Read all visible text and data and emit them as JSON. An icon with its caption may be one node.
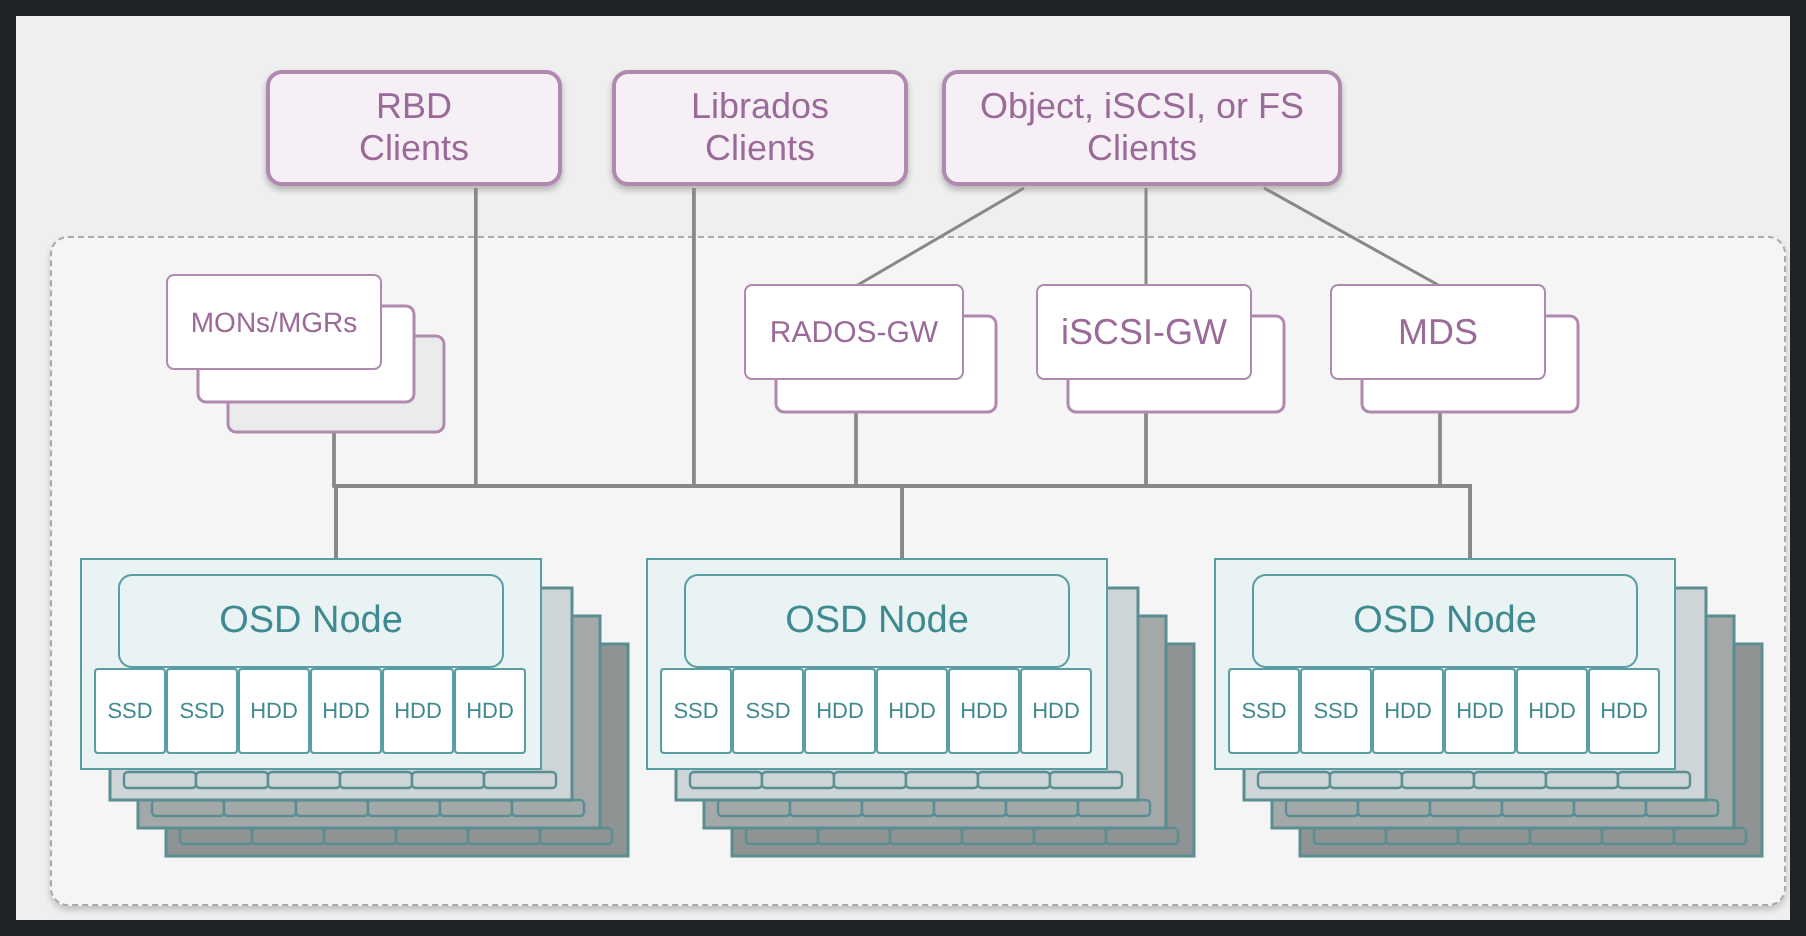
{
  "diagram": {
    "nodes": [
      {
        "text": [
          "RBD Clients"
        ]
      },
      {
        "text": [
          "Librados Clients"
        ]
      },
      {
        "text": [
          "Object, iSCSI, or FS Clients"
        ]
      },
      {
        "text": [],
        "shape": "box"
      },
      {
        "text": [
          "MONs/MGRs"
        ],
        "in": 3
      },
      {
        "text": [
          "RADOS-GW"
        ],
        "in": 3
      },
      {
        "text": [
          "iSCSI-GW"
        ],
        "in": 3
      },
      {
        "text": [
          "MDS"
        ],
        "in": 3
      },
      {
        "text": [],
        "shape": "box",
        "in": 3
      },
      {
        "text": [
          "OSD Node"
        ],
        "in": 8
      },
      {
        "text": [
          "SSD"
        ],
        "in": 8
      },
      {
        "text": [
          "SSD"
        ],
        "in": 8
      },
      {
        "text": [
          "HDD"
        ],
        "in": 8
      },
      {
        "text": [
          "HDD"
        ],
        "in": 8
      },
      {
        "text": [
          "HDD"
        ],
        "in": 8
      },
      {
        "text": [
          "HDD"
        ],
        "in": 8
      },
      {
        "text": [],
        "shape": "box",
        "in": 3
      },
      {
        "text": [
          "OSD Node"
        ],
        "in": 16
      },
      {
        "text": [
          "SSD"
        ],
        "in": 16
      },
      {
        "text": [
          "SSD"
        ],
        "in": 16
      },
      {
        "text": [
          "HDD"
        ],
        "in": 16
      },
      {
        "text": [
          "HDD"
        ],
        "in": 16
      },
      {
        "text": [
          "HDD"
        ],
        "in": 16
      },
      {
        "text": [
          "HDD"
        ],
        "in": 16
      },
      {
        "text": [],
        "shape": "box",
        "in": 3
      },
      {
        "text": [
          "OSD Node"
        ],
        "in": 24
      },
      {
        "text": [
          "SSD"
        ],
        "in": 24
      },
      {
        "text": [
          "SSD"
        ],
        "in": 24
      },
      {
        "text": [
          "HDD"
        ],
        "in": 24
      },
      {
        "text": [
          "HDD"
        ],
        "in": 24
      },
      {
        "text": [
          "HDD"
        ],
        "in": 24
      },
      {
        "text": [
          "HDD"
        ],
        "in": 24
      }
    ],
    "edges": [
      {
        "from": 2,
        "to": 5,
        "arrow": "none"
      },
      {
        "from": 2,
        "to": 6,
        "arrow": "none"
      },
      {
        "from": 2,
        "to": 7,
        "arrow": "none"
      },
      {
        "from": 0,
        "to": 8,
        "arrow": "none"
      },
      {
        "from": 0,
        "to": 16,
        "arrow": "none"
      },
      {
        "from": 0,
        "to": 24,
        "arrow": "none"
      },
      {
        "from": 1,
        "to": 8,
        "arrow": "none"
      },
      {
        "from": 1,
        "to": 16,
        "arrow": "none"
      },
      {
        "from": 1,
        "to": 24,
        "arrow": "none"
      },
      {
        "from": 4,
        "to": 8,
        "arrow": "none"
      },
      {
        "from": 4,
        "to": 16,
        "arrow": "none"
      },
      {
        "from": 4,
        "to": 24,
        "arrow": "none"
      },
      {
        "from": 5,
        "to": 8,
        "arrow": "none"
      },
      {
        "from": 5,
        "to": 16,
        "arrow": "none"
      },
      {
        "from": 5,
        "to": 24,
        "arrow": "none"
      },
      {
        "from": 6,
        "to": 8,
        "arrow": "none"
      },
      {
        "from": 6,
        "to": 16,
        "arrow": "none"
      },
      {
        "from": 6,
        "to": 24,
        "arrow": "none"
      },
      {
        "from": 7,
        "to": 8,
        "arrow": "none"
      },
      {
        "from": 7,
        "to": 16,
        "arrow": "none"
      },
      {
        "from": 7,
        "to": 24,
        "arrow": "none"
      }
    ]
  }
}
